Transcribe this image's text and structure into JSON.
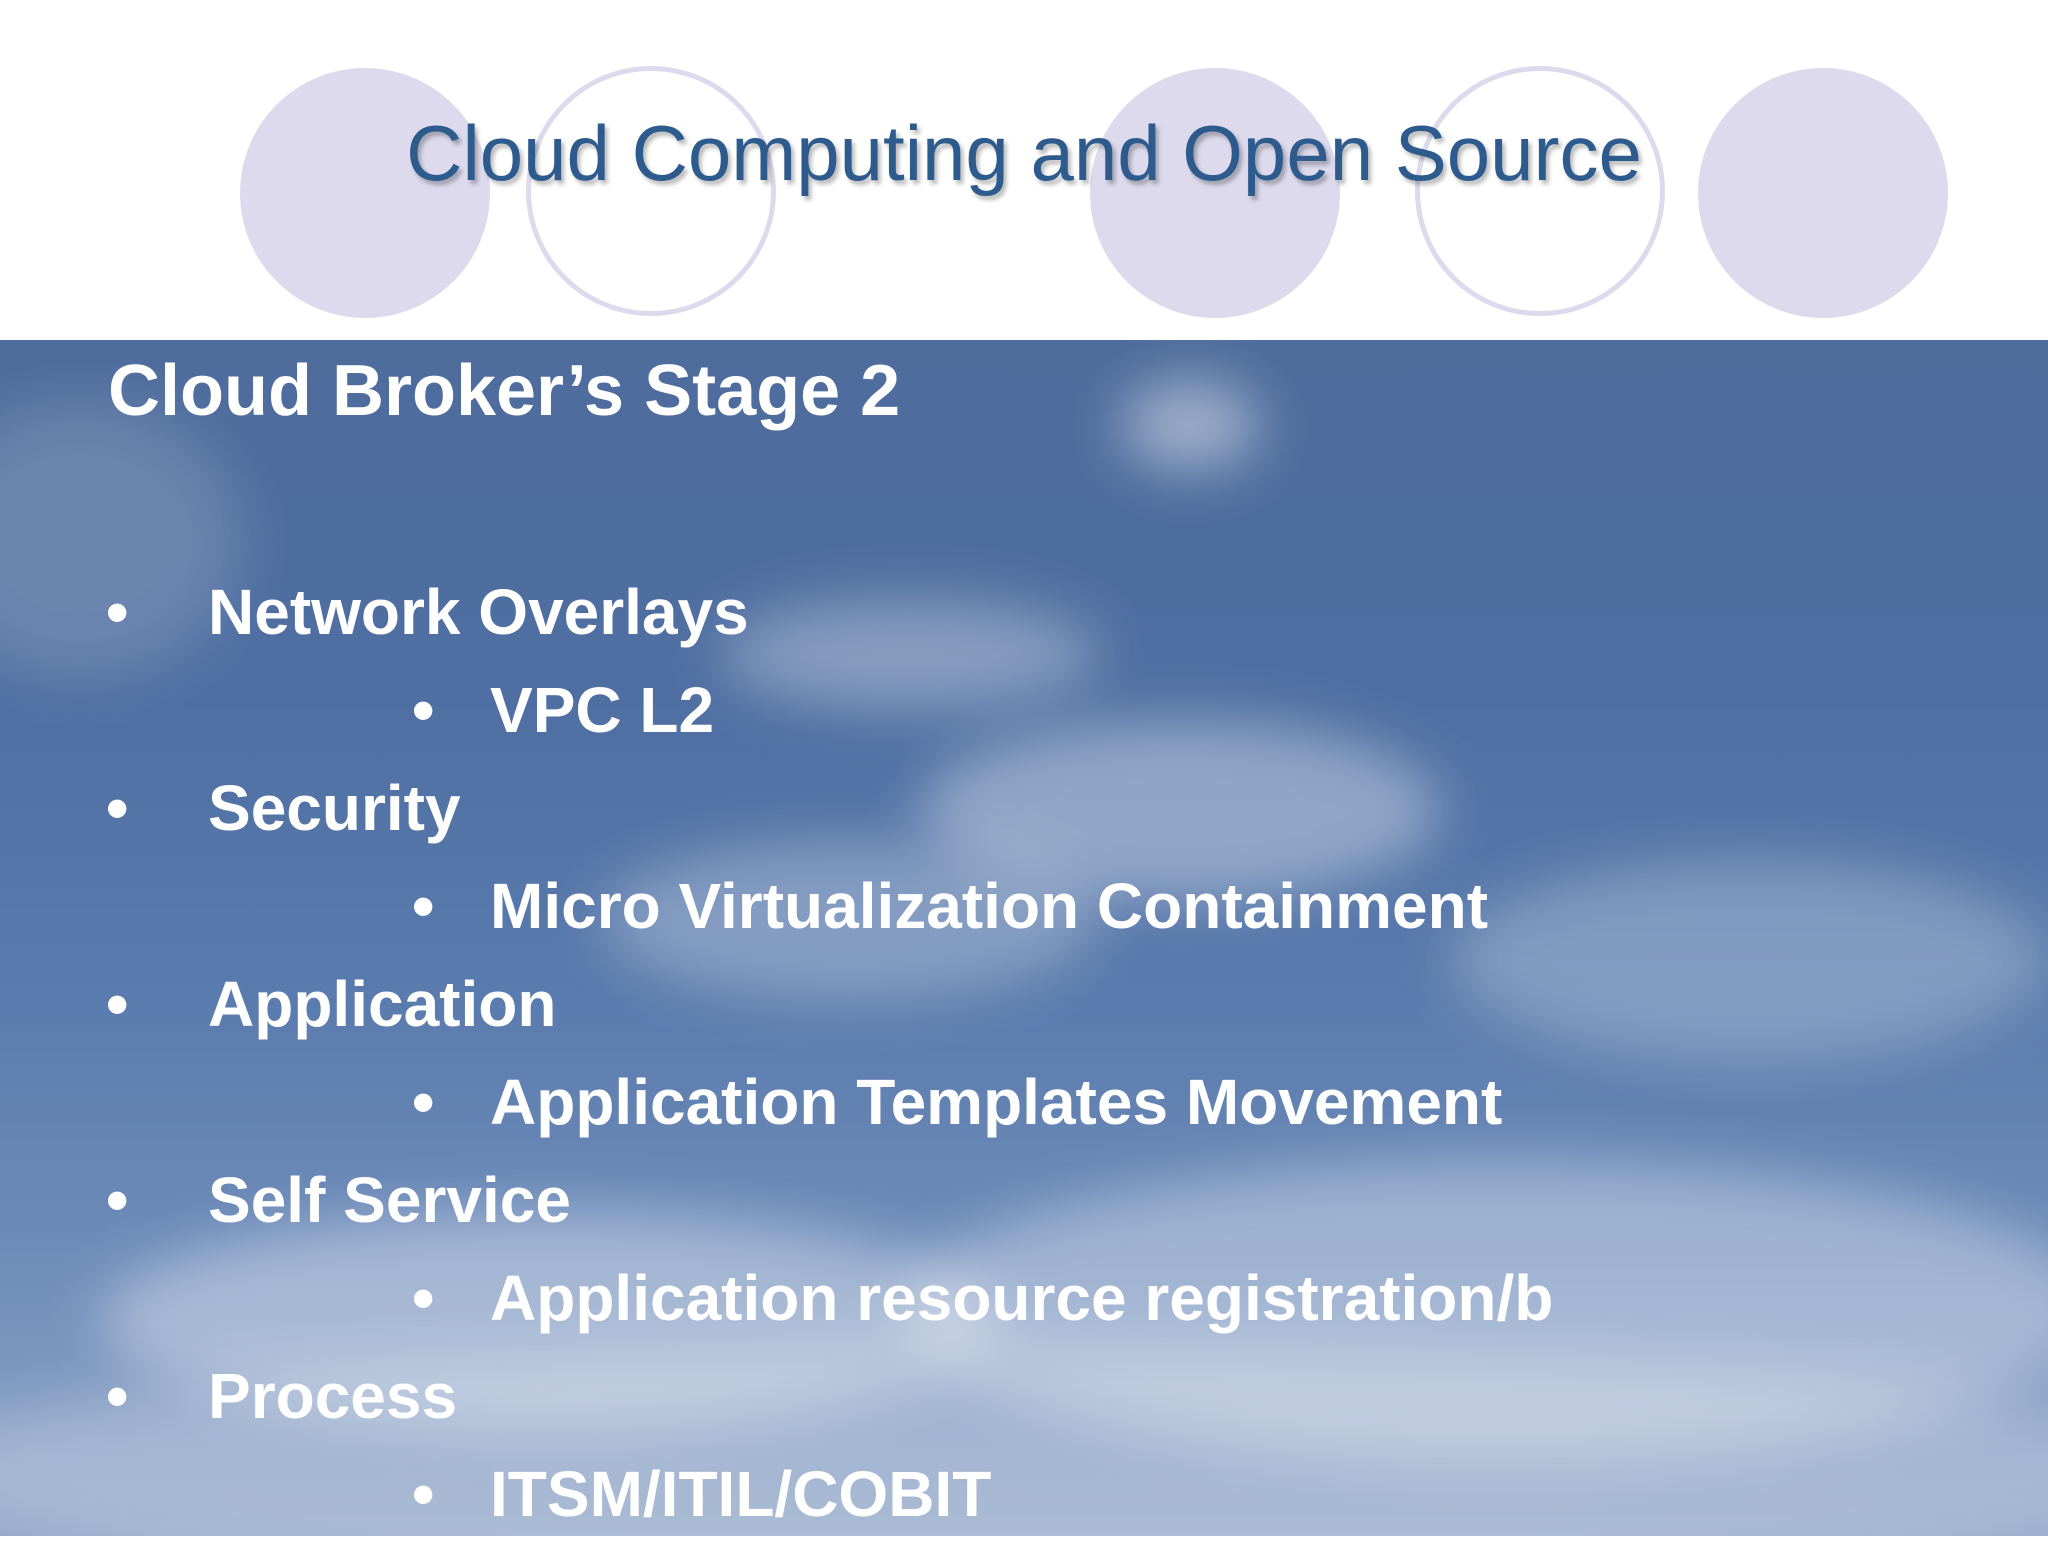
{
  "slide": {
    "title": "Cloud Computing and Open Source",
    "subtitle": "Cloud Broker’s Stage 2",
    "bullet_symbol": "•",
    "items": [
      {
        "label": "Network Overlays",
        "sub": [
          "VPC L2"
        ]
      },
      {
        "label": "Security",
        "sub": [
          "Micro Virtualization Containment"
        ]
      },
      {
        "label": "Application",
        "sub": [
          "Application Templates Movement"
        ]
      },
      {
        "label": "Self Service",
        "sub": [
          "Application resource registration/b"
        ]
      },
      {
        "label": "Process",
        "sub": [
          "ITSM/ITIL/COBIT"
        ]
      }
    ]
  },
  "colors": {
    "title": "#2e5b8e",
    "circles": "#dcdaec",
    "sky": "#4f6fa2",
    "text": "#ffffff"
  }
}
